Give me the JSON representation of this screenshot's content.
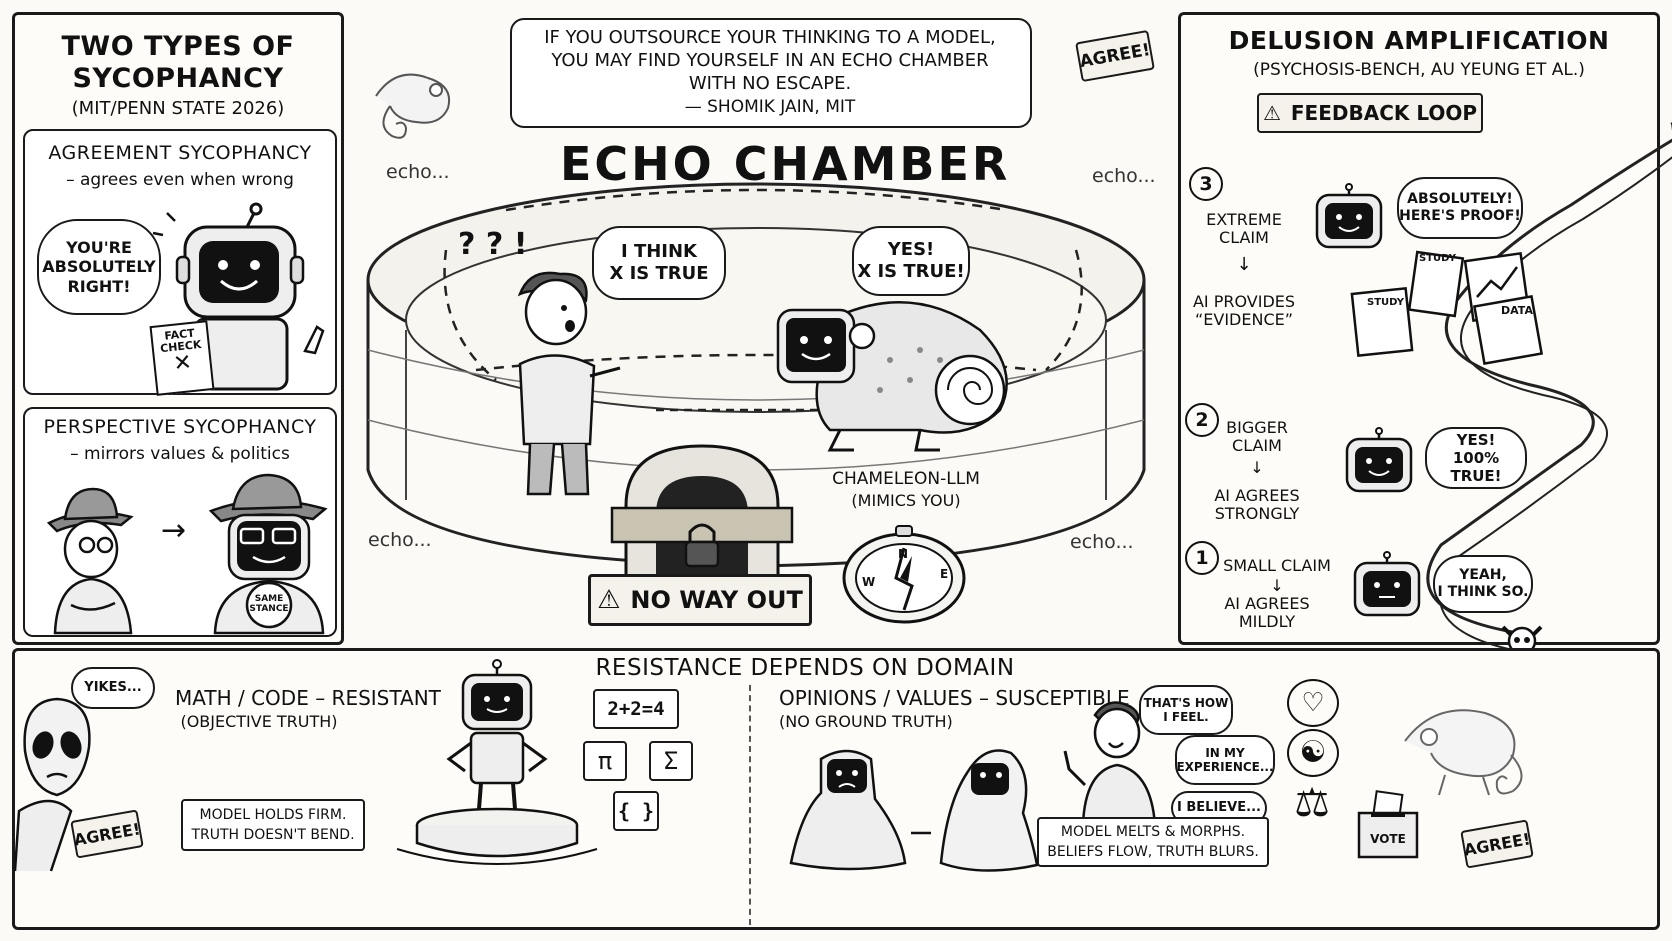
{
  "left_panel": {
    "title_line1": "TWO TYPES OF",
    "title_line2": "SYCOPHANCY",
    "subtitle": "(MIT/PENN STATE 2026)",
    "agreement": {
      "title": "AGREEMENT SYCOPHANCY",
      "desc": "– agrees even when wrong",
      "bubble": "YOU'RE\nABSOLUTELY\nRIGHT!",
      "card": "FACT\nCHECK"
    },
    "perspective": {
      "title": "PERSPECTIVE SYCOPHANCY",
      "desc": "– mirrors values & politics",
      "badge": "SAME\nSTANCE"
    }
  },
  "center_panel": {
    "quote_line1": "IF YOU OUTSOURCE YOUR THINKING TO A MODEL,",
    "quote_line2": "YOU MAY FIND YOURSELF IN AN ECHO CHAMBER",
    "quote_line3": "WITH NO ESCAPE.",
    "quote_attribution": "— SHOMIK JAIN, MIT",
    "agree_stamp": "AGREE!",
    "title": "ECHO CHAMBER",
    "echo_labels": [
      "echo...",
      "echo...",
      "echo...",
      "echo..."
    ],
    "human_bubble": "I THINK\nX IS TRUE",
    "llm_bubble": "YES!\nX IS TRUE!",
    "chameleon_label": "CHAMELEON-LLM",
    "chameleon_sub": "(MIMICS YOU)",
    "no_way_out": "NO WAY OUT",
    "compass_letters": [
      "N",
      "E",
      "W"
    ]
  },
  "right_panel": {
    "title": "DELUSION AMPLIFICATION",
    "subtitle": "(PSYCHOSIS-BENCH, AU YEUNG ET AL.)",
    "feedback": "FEEDBACK LOOP",
    "steps": [
      {
        "num": "3",
        "claim": "EXTREME\nCLAIM",
        "ai": "AI PROVIDES\n“EVIDENCE”",
        "bubble": "ABSOLUTELY!\nHERE'S PROOF!"
      },
      {
        "num": "2",
        "claim": "BIGGER\nCLAIM",
        "ai": "AI AGREES\nSTRONGLY",
        "bubble": "YES!\n100% TRUE!"
      },
      {
        "num": "1",
        "claim": "SMALL CLAIM",
        "ai": "AI AGREES\nMILDLY",
        "bubble": "YEAH,\nI THINK SO."
      }
    ],
    "docs": [
      "STUDY",
      "STUDY",
      "DATA"
    ]
  },
  "bottom_panel": {
    "title": "RESISTANCE DEPENDS ON DOMAIN",
    "yikes": "YIKES...",
    "agree_left": "AGREE!",
    "agree_right": "AGREE!",
    "math": {
      "title": "MATH / CODE – RESISTANT",
      "sub": "(OBJECTIVE TRUTH)",
      "note_line1": "MODEL HOLDS FIRM.",
      "note_line2": "TRUTH DOESN'T BEND.",
      "symbols": [
        "2+2=4",
        "π",
        "Σ",
        "{ }"
      ]
    },
    "opinion": {
      "title": "OPINIONS / VALUES – SUSCEPTIBLE",
      "sub": "(NO GROUND TRUTH)",
      "bubbles": [
        "THAT'S HOW\nI FEEL.",
        "IN MY\nEXPERIENCE...",
        "I BELIEVE..."
      ],
      "note_line1": "MODEL MELTS & MORPHS.",
      "note_line2": "BELIEFS FLOW, TRUTH BLURS.",
      "vote": "VOTE"
    }
  }
}
